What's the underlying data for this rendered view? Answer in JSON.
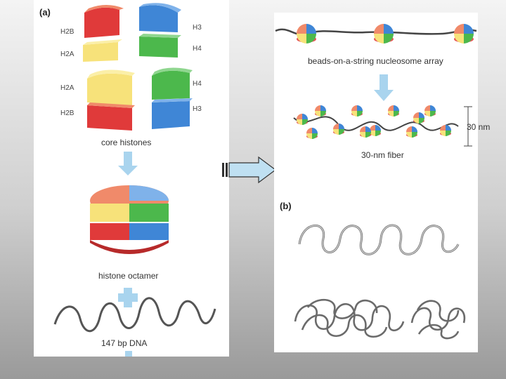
{
  "panel_a": {
    "tag": "(a)",
    "labels": {
      "h2b_top": "H2B",
      "h2a_top": "H2A",
      "h3_top": "H3",
      "h4_top": "H4",
      "h2a_mid": "H2A",
      "h2b_mid": "H2B",
      "h4_mid": "H4",
      "h3_mid": "H3"
    },
    "core_histones": "core histones",
    "histone_octamer": "histone octamer",
    "dna": "147 bp DNA"
  },
  "panel_right": {
    "beads": "beads-on-a-string nucleosome array",
    "nm_label": "30 nm",
    "fiber": "30-nm fiber",
    "tag_b": "(b)"
  },
  "colors": {
    "h2a": "#f7e27a",
    "h2b": "#e03a3a",
    "h3": "#3f86d6",
    "h4": "#4cb84c",
    "salmon": "#f08a6a",
    "arrow": "#a9d4ee"
  }
}
